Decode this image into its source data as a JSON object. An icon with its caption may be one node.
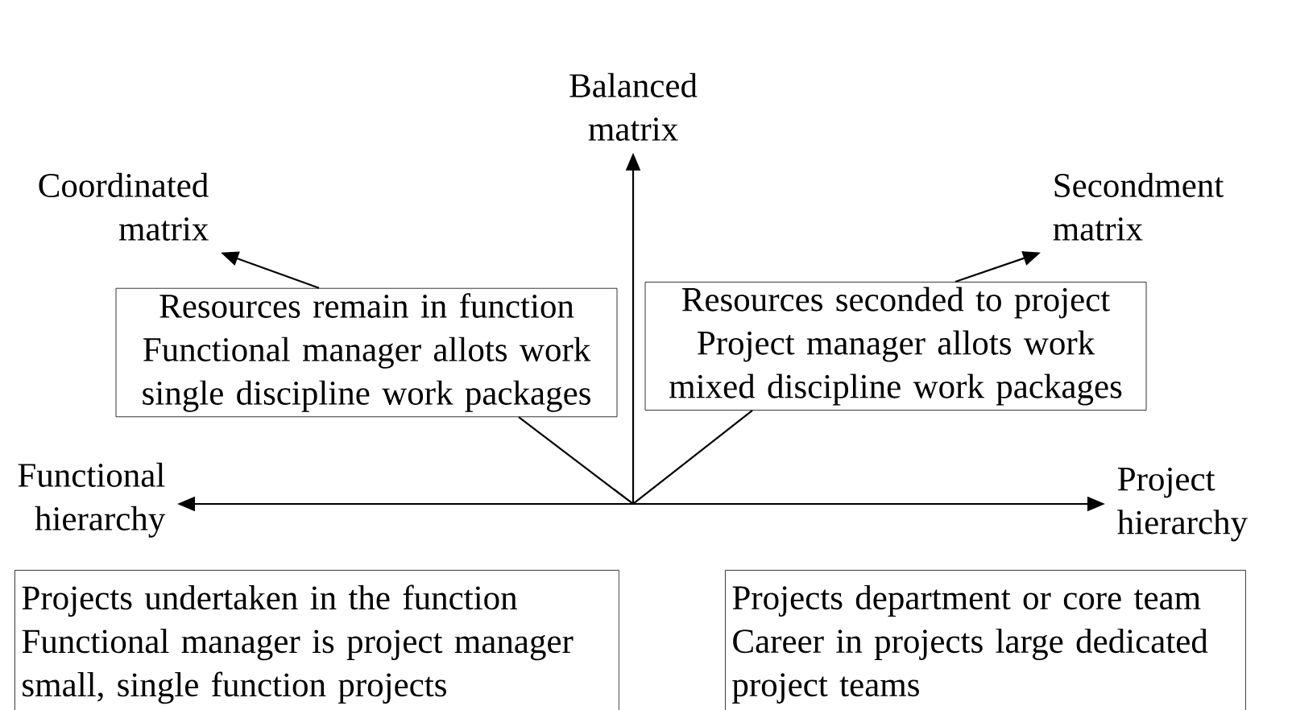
{
  "diagram": {
    "nodes": [
      {
        "text": [
          "Balanced matrix"
        ]
      },
      {
        "text": [
          "Coordinated matrix"
        ]
      },
      {
        "text": [
          "Secondment matrix"
        ]
      },
      {
        "text": [
          "Resources remain in function Functional manager allots work single discipline work packages"
        ]
      },
      {
        "text": [
          "Resources seconded to project Project manager allots work mixed discipline work packages"
        ]
      },
      {
        "text": [
          "Functional hierarchy"
        ]
      },
      {
        "text": [
          "Project hierarchy"
        ]
      },
      {
        "text": [
          "Projects undertaken in the function Functional manager is project manager small, single function projects"
        ]
      },
      {
        "text": [
          "Projects department or core team Career in projects large dedicated project teams"
        ]
      }
    ],
    "edges": [
      {
        "from": null,
        "to": 0,
        "arrow": "to"
      },
      {
        "from": 5,
        "to": 6,
        "arrow": "both"
      },
      {
        "from": null,
        "to": 3,
        "arrow": "none"
      },
      {
        "from": 3,
        "to": 1,
        "arrow": "to"
      },
      {
        "from": null,
        "to": 4,
        "arrow": "none"
      },
      {
        "from": 4,
        "to": 2,
        "arrow": "to"
      }
    ]
  }
}
